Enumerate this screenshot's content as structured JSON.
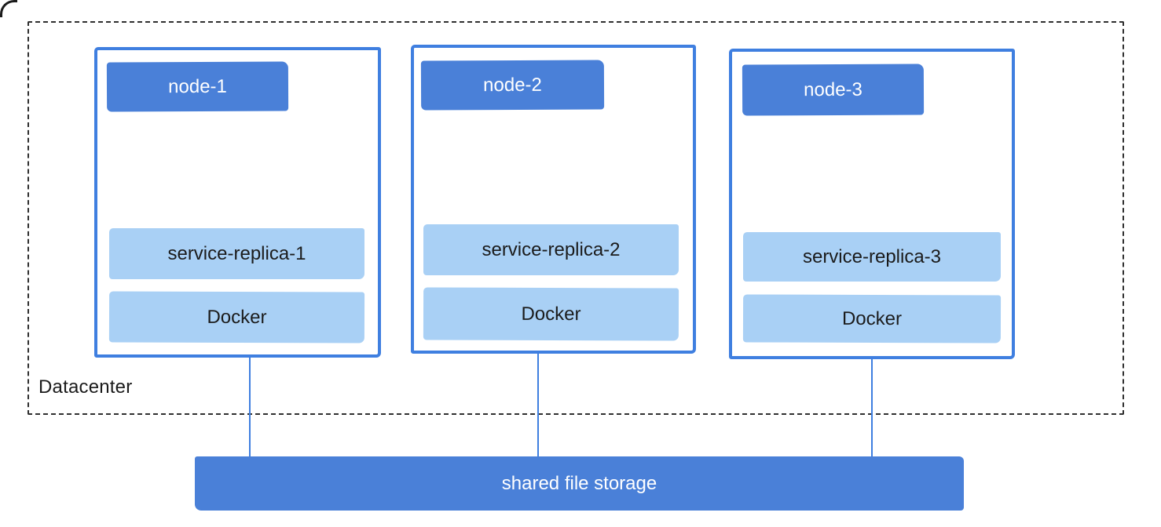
{
  "diagram": {
    "datacenter_label": "Datacenter",
    "nodes": [
      {
        "title": "node-1",
        "replica": "service-replica-1",
        "runtime": "Docker"
      },
      {
        "title": "node-2",
        "replica": "service-replica-2",
        "runtime": "Docker"
      },
      {
        "title": "node-3",
        "replica": "service-replica-3",
        "runtime": "Docker"
      }
    ],
    "storage_label": "shared file storage",
    "colors": {
      "node_border": "#3f7fe0",
      "header_fill": "#4a80d8",
      "replica_fill": "#a9d0f5",
      "storage_fill": "#4a80d8",
      "dashed_border": "#2f2f2f",
      "text_dark": "#1b1b1b",
      "text_light": "#ffffff"
    }
  }
}
